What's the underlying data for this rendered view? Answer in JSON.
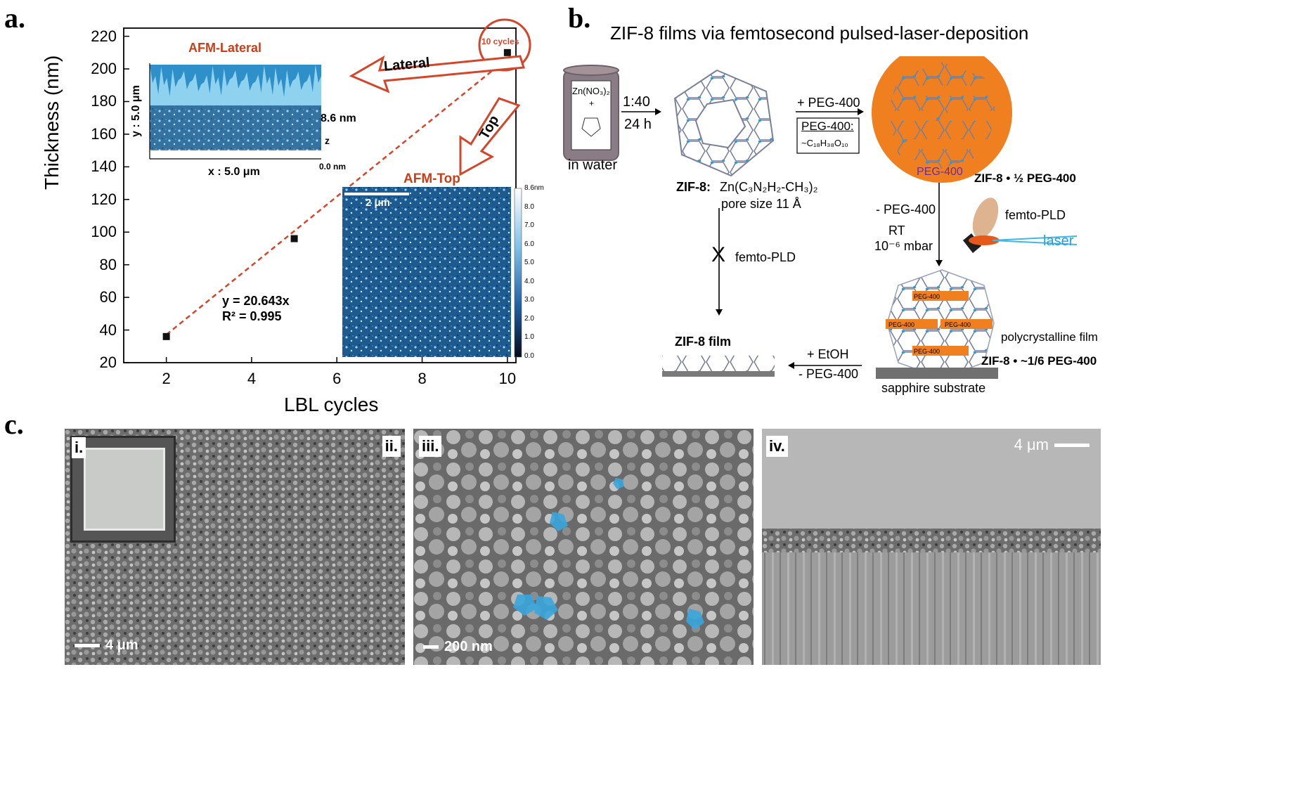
{
  "panels": {
    "a": "a.",
    "b": "b.",
    "c": "c."
  },
  "chart_data": {
    "type": "scatter",
    "title": "",
    "xlabel": "LBL cycles",
    "ylabel": "Thickness (nm)",
    "xlim": [
      1,
      10.2
    ],
    "ylim": [
      20,
      225
    ],
    "xticks": [
      "2",
      "4",
      "6",
      "8",
      "10"
    ],
    "yticks": [
      "20",
      "40",
      "60",
      "80",
      "100",
      "120",
      "140",
      "160",
      "180",
      "200",
      "220"
    ],
    "points": [
      {
        "x": 2,
        "y": 36
      },
      {
        "x": 5,
        "y": 96
      },
      {
        "x": 10,
        "y": 210
      }
    ],
    "fit": {
      "equation": "y = 20.643x",
      "r2": "R² = 0.995",
      "slope": 20.643
    }
  },
  "panel_a": {
    "circle_label": "10 cycles",
    "arrow_lateral": "Lateral",
    "arrow_top": "Top",
    "afm_lateral_title": "AFM-Lateral",
    "afm_lateral_y": "y : 5.0 μm",
    "afm_lateral_x": "x : 5.0 μm",
    "afm_lateral_ztop": "8.6 nm",
    "afm_lateral_z": "z",
    "afm_lateral_zbottom": "0.0 nm",
    "afm_top_title": "AFM-Top",
    "afm_top_scale": "2 μm",
    "colorbar_ticks": [
      "8.6nm",
      "8.0",
      "7.0",
      "6.0",
      "5.0",
      "4.0",
      "3.0",
      "2.0",
      "1.0",
      "0.0"
    ]
  },
  "panel_b": {
    "title": "ZIF-8 films via femtosecond pulsed-laser-deposition",
    "beaker_formula": "Zn(NO₃)₂",
    "beaker_plus": "+",
    "in_water": "in water",
    "ratio": "1:40",
    "time": "24 h",
    "zif8_label": "ZIF-8:",
    "zif8_formula": "Zn(C₃N₂H₂-CH₃)₂",
    "pore_size": "pore size 11 Å",
    "plus_peg": "+ PEG-400",
    "peg_box_title": "PEG-400:",
    "peg_box_formula": "~C₁₈H₃₈O₁₀",
    "peg_in_circle": "PEG-400",
    "zif8_half_peg": "ZIF-8 • ½ PEG-400",
    "minus_peg": "- PEG-400",
    "rt": "RT",
    "pressure": "10⁻⁶ mbar",
    "femto_pld_right": "femto-PLD",
    "laser": "laser",
    "femto_pld_left": "femto-PLD",
    "cross": "X",
    "zif8_film": "ZIF-8 film",
    "etoh": "+ EtOH",
    "minus_peg_bottom": "- PEG-400",
    "polycrystalline": "polycrystalline film",
    "zif8_sixth_peg": "ZIF-8 • ~1/6 PEG-400",
    "sapphire": "sapphire substrate",
    "peg_bar_labels": [
      "PEG-400",
      "PEG-400",
      "PEG-400",
      "PEG-400"
    ]
  },
  "panel_c": {
    "tags": [
      "i.",
      "ii.",
      "iii.",
      "iv."
    ],
    "scale_ii": "4 μm",
    "scale_iii": "200 nm",
    "scale_iv": "4 μm"
  },
  "colors": {
    "accent": "#c8401a",
    "peg": "#f07f1f",
    "afm": "#1e5f9c",
    "crystal": "#3aa6dd"
  }
}
